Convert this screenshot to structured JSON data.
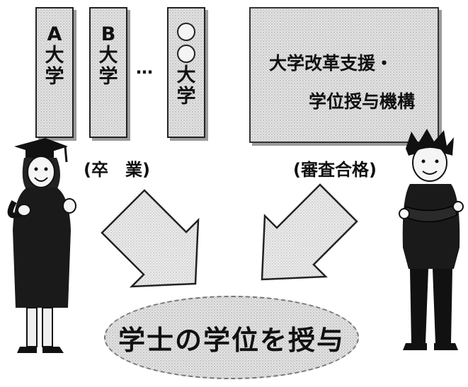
{
  "university_a": {
    "letter": "A",
    "chars": [
      "大",
      "学"
    ]
  },
  "university_b": {
    "letter": "B",
    "chars": [
      "大",
      "学"
    ]
  },
  "university_other": {
    "chars": [
      "大",
      "学"
    ]
  },
  "ellipsis": "…",
  "agency": {
    "line1": "大学改革支援・",
    "line2": "学位授与機構"
  },
  "caption_left": "(卒　業)",
  "caption_right": "(審査合格)",
  "result": "学士の学位を授与",
  "icons": {
    "left_person": "graduate-woman-icon",
    "right_person": "student-boy-icon"
  }
}
